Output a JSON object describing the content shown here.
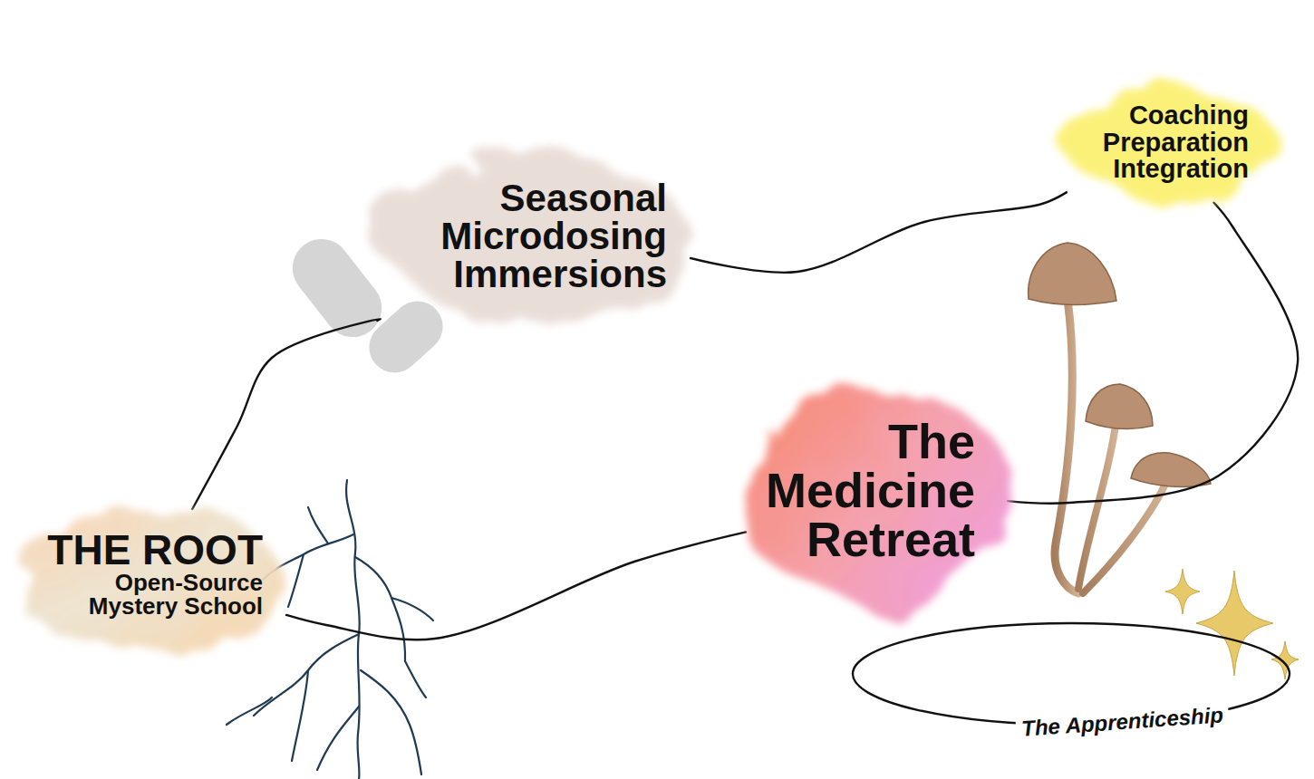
{
  "diagram": {
    "nodes": [
      {
        "text": [
          "Seasonal Microdosing Immersions"
        ]
      },
      {
        "text": [
          "Coaching Preparation Integration"
        ]
      },
      {
        "text": [
          "The Medicine Retreat"
        ]
      },
      {
        "text": [
          "THE ROOT",
          "Open-Source Mystery School"
        ]
      },
      {
        "text": [
          "The Apprenticeship"
        ]
      }
    ],
    "edges": [
      {
        "from": 3,
        "to": 0,
        "arrow": "none"
      },
      {
        "from": 0,
        "to": 1,
        "arrow": "none"
      },
      {
        "from": 1,
        "to": 2,
        "arrow": "none"
      },
      {
        "from": 2,
        "to": 3,
        "arrow": "none"
      }
    ]
  }
}
